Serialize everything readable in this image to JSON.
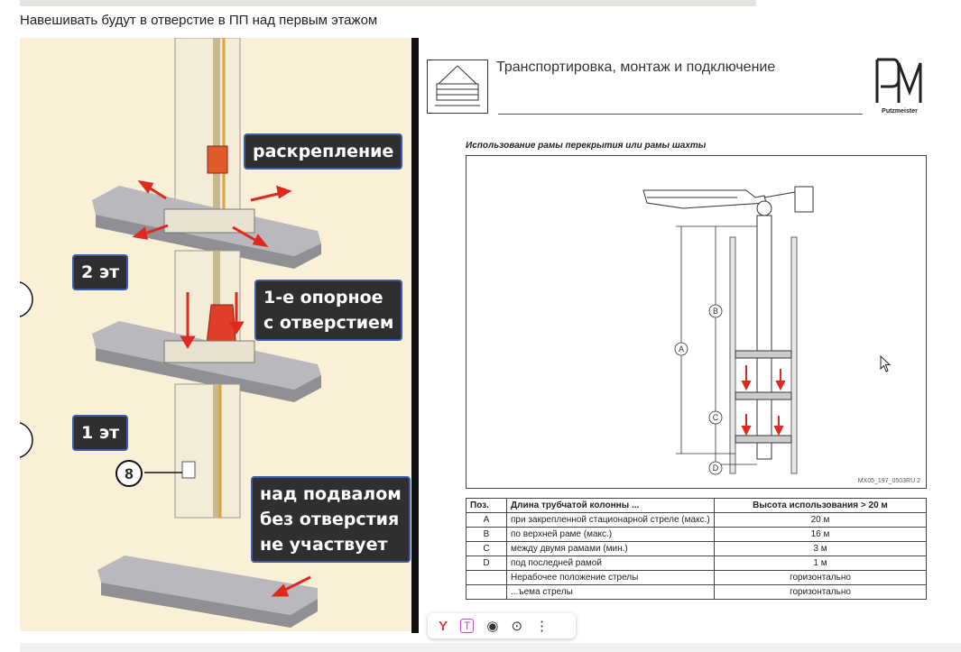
{
  "caption": "Навешивать будут в отверстие в ПП над первым этажом",
  "illustration": {
    "labels": {
      "raskreplenie": "раскрепление",
      "floor2": "2 эт",
      "support": "1-е опорное\nс отверстием",
      "floor1": "1 эт",
      "basement": "над подвалом\nбез отверстия\nне участвует"
    },
    "badge_number": "8"
  },
  "document": {
    "title": "Транспортировка, монтаж и подключение",
    "logo_text": "Putzmeister",
    "subheading": "Использование рамы перекрытия или рамы шахты",
    "figure_code": "MX05_197_0503RU 2",
    "dimension_letters": [
      "A",
      "B",
      "C",
      "D"
    ],
    "table": {
      "headers": [
        "Поз.",
        "Длина трубчатой колонны ...",
        "Высота использования > 20 м"
      ],
      "rows": [
        [
          "A",
          "при закрепленной стационарной стреле (макс.)",
          "20 м"
        ],
        [
          "B",
          "по верхней раме (макс.)",
          "16 м"
        ],
        [
          "C",
          "между двумя рамами (мин.)",
          "3 м"
        ],
        [
          "D",
          "под последней рамой",
          "1 м"
        ],
        [
          "",
          "Нерабочее положение стрелы",
          "горизонтально"
        ],
        [
          "",
          "...ъема стрелы",
          "горизонтально"
        ]
      ]
    }
  },
  "colors": {
    "accent_red": "#e0281e",
    "label_bg": "#2f2f2f",
    "label_border": "#3b5ea8",
    "illus_bg": "#faf0d8"
  },
  "toolbar": {
    "items": [
      "yandex-icon",
      "translate-icon",
      "eye-icon",
      "lens-icon",
      "more-icon"
    ]
  }
}
